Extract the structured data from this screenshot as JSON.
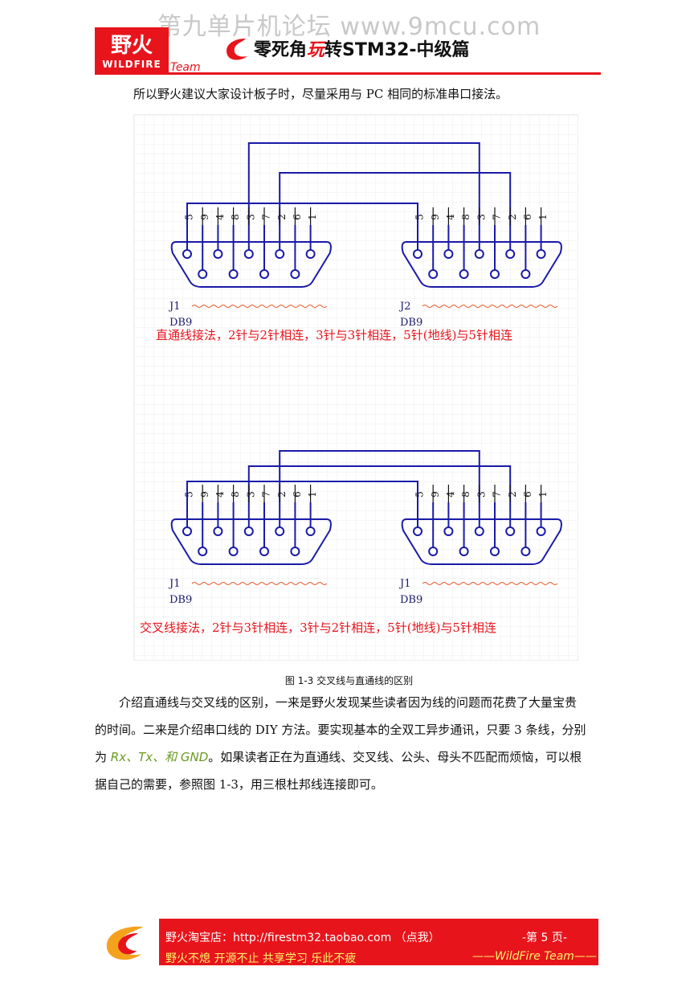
{
  "watermark": "第九单片机论坛 www.9mcu.com",
  "logo": {
    "cn": "野火",
    "en": "WILDFIRE",
    "team": "Team"
  },
  "header": {
    "prefix": "零死角",
    "wan": "玩",
    "suffix": "转STM32-中级篇"
  },
  "intro": "所以野火建议大家设计板子时，尽量采用与 PC 相同的标准串口接法。",
  "diagram": {
    "pins": [
      "5",
      "9",
      "4",
      "8",
      "3",
      "7",
      "2",
      "6",
      "1"
    ],
    "top": {
      "left_ref": "J1",
      "left_type": "DB9",
      "right_ref": "J2",
      "right_type": "DB9",
      "note": "直通线接法，2针与2针相连，3针与3针相连，5针(地线)与5针相连"
    },
    "bottom": {
      "left_ref": "J1",
      "left_type": "DB9",
      "right_ref": "J1",
      "right_type": "DB9",
      "note": "交叉线接法，2针与3针相连，3针与2针相连，5针(地线)与5针相连"
    },
    "colors": {
      "wire": "#1a1aa8",
      "note": "#e8141c",
      "grid": "#ececec"
    }
  },
  "caption": "图 1-3 交叉线与直通线的区别",
  "body": {
    "text1": "介绍直通线与交叉线的区别，一来是野火发现某些读者因为线的问题而花费了大量宝贵的时间。二来是介绍串口线的 DIY 方法。要实现基本的全双工异步通讯，只要 3 条线，分别为 ",
    "signals": "Rx、Tx、和 GND",
    "text2": "。如果读者正在为直通线、交叉线、公头、母头不匹配而烦恼，可以根据自己的需要，参照图 1-3，用三根杜邦线连接即可。"
  },
  "footer": {
    "shop": "野火淘宝店：http://firestm32.taobao.com （点我）",
    "page": "-第 5 页-",
    "slogan": "野火不熄   开源不止   共享学习   乐此不疲",
    "team": "——WildFire Team——"
  }
}
